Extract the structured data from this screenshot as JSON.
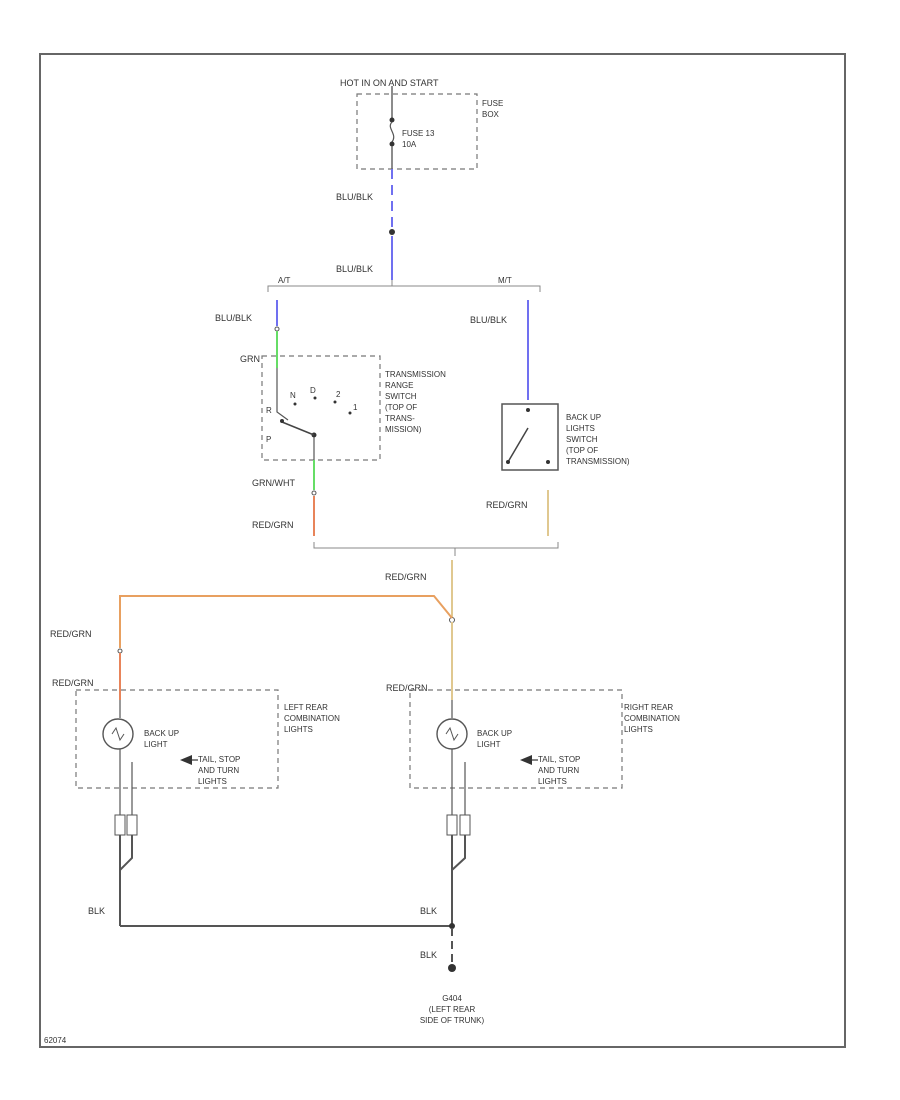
{
  "diagram": {
    "colors": {
      "blue": "#7070f0",
      "green": "#66dd66",
      "red_org": "#e8845a",
      "yellow_org": "#e0c890",
      "black": "#555555",
      "frame": "#666666"
    },
    "fuse_box": {
      "header": "HOT IN ON AND START",
      "box_label_1": "FUSE",
      "box_label_2": "BOX",
      "fuse_label_1": "FUSE 13",
      "fuse_label_2": "10A"
    },
    "wires": {
      "blu_blk_1": "BLU/BLK",
      "blu_blk_2": "BLU/BLK",
      "blu_blk_at": "BLU/BLK",
      "blu_blk_mt": "BLU/BLK",
      "at": "A/T",
      "mt": "M/T",
      "grn": "GRN",
      "grn_wht": "GRN/WHT",
      "red_grn_1": "RED/GRN",
      "red_grn_2": "RED/GRN",
      "red_grn_3": "RED/GRN",
      "red_grn_4": "RED/GRN",
      "red_grn_5": "RED/GRN",
      "red_grn_6": "RED/GRN",
      "blk_1": "BLK",
      "blk_2": "BLK",
      "blk_3": "BLK"
    },
    "trans_range_switch": {
      "line1": "TRANSMISSION",
      "line2": "RANGE",
      "line3": "SWITCH",
      "line4": "(TOP OF",
      "line5": "TRANS-",
      "line6": "MISSION)",
      "pos_p": "P",
      "pos_r": "R",
      "pos_n": "N",
      "pos_d": "D",
      "pos_2": "2",
      "pos_1": "1"
    },
    "backup_switch": {
      "line1": "BACK UP",
      "line2": "LIGHTS",
      "line3": "SWITCH",
      "line4": "(TOP OF",
      "line5": "TRANSMISSION)"
    },
    "left_lights": {
      "line1": "LEFT REAR",
      "line2": "COMBINATION",
      "line3": "LIGHTS",
      "backup_1": "BACK UP",
      "backup_2": "LIGHT",
      "tail_1": "TAIL, STOP",
      "tail_2": "AND TURN",
      "tail_3": "LIGHTS"
    },
    "right_lights": {
      "line1": "RIGHT REAR",
      "line2": "COMBINATION",
      "line3": "LIGHTS",
      "backup_1": "BACK UP",
      "backup_2": "LIGHT",
      "tail_1": "TAIL, STOP",
      "tail_2": "AND TURN",
      "tail_3": "LIGHTS"
    },
    "ground": {
      "line1": "G404",
      "line2": "(LEFT REAR",
      "line3": "SIDE OF TRUNK)"
    },
    "footer_code": "62074"
  }
}
